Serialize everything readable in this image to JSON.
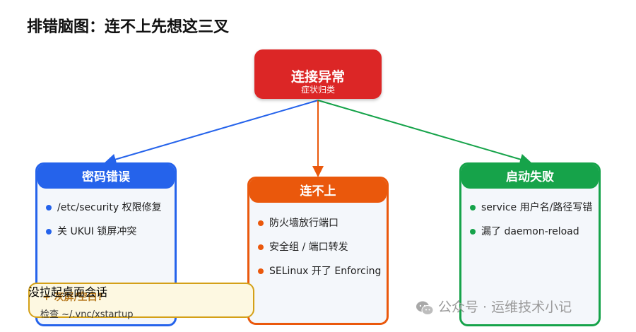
{
  "title": "排错脑图：连不上先想这三叉",
  "root": {
    "label": "连接异常",
    "sublabel": "症状归类"
  },
  "branches": [
    {
      "title": "密码错误",
      "color": "#2563eb",
      "items": [
        "/etc/security 权限修复",
        "关 UKUI 锁屏冲突"
      ]
    },
    {
      "title": "连不上",
      "color": "#ea580c",
      "items": [
        "防火墙放行端口",
        "安全组 / 端口转发",
        "SELinux 开了 Enforcing"
      ]
    },
    {
      "title": "启动失败",
      "color": "#16a34a",
      "items": [
        "service 用户名/路径写错",
        "漏了 daemon-reload"
      ]
    }
  ],
  "note": {
    "title": "+ 灰屏/空白?",
    "line1": "检查 ~/.vnc/xstartup",
    "line2": "没拉起桌面会话"
  },
  "watermark": "公众号 · 运维技术小记"
}
